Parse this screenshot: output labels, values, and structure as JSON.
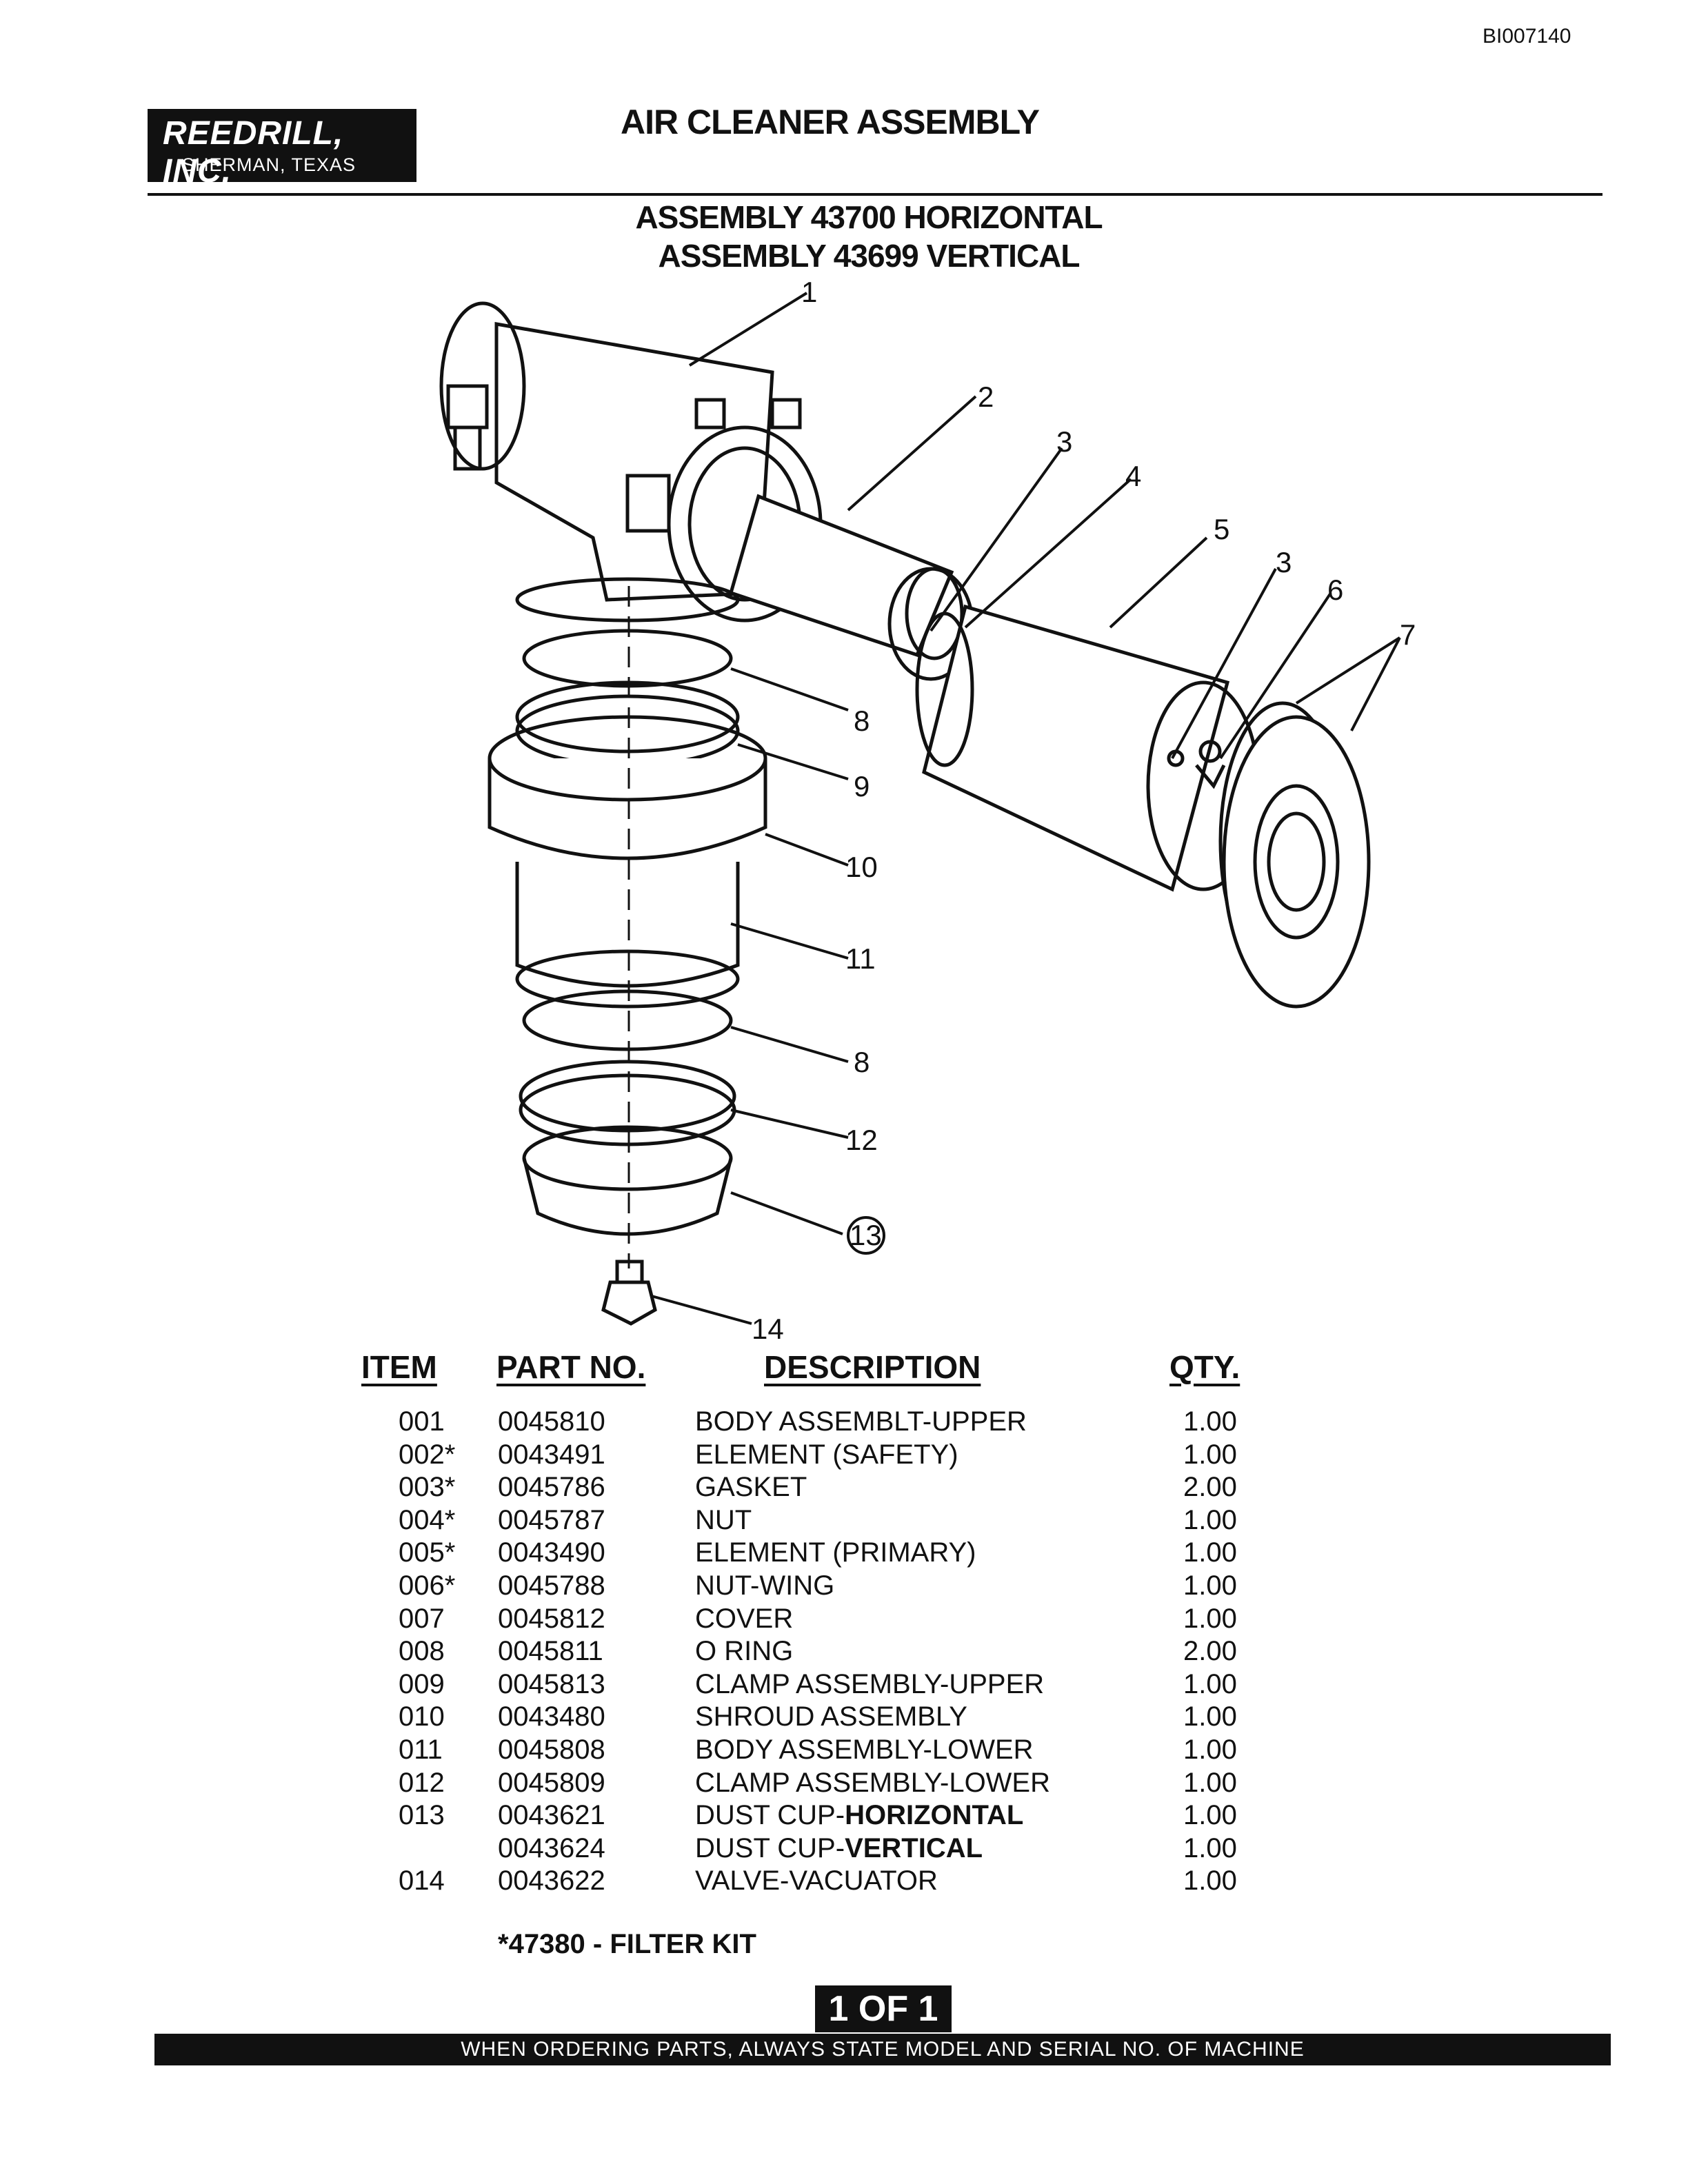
{
  "doc_id": "BI007140",
  "company": {
    "name": "REEDRILL, INC.",
    "location": "SHERMAN, TEXAS"
  },
  "title": "AIR CLEANER ASSEMBLY",
  "subtitles": [
    "ASSEMBLY 43700 HORIZONTAL",
    "ASSEMBLY 43699 VERTICAL"
  ],
  "callouts": [
    "1",
    "2",
    "3",
    "4",
    "5",
    "3",
    "6",
    "7",
    "8",
    "9",
    "10",
    "11",
    "8",
    "12",
    "13",
    "14"
  ],
  "table": {
    "headers": {
      "item": "ITEM",
      "part": "PART NO.",
      "desc": "DESCRIPTION",
      "qty": "QTY."
    },
    "rows": [
      {
        "item": "001",
        "part": "0045810",
        "desc": "BODY ASSEMBLT-UPPER",
        "desc_bold": "",
        "qty": "1.00"
      },
      {
        "item": "002*",
        "part": "0043491",
        "desc": "ELEMENT (SAFETY)",
        "desc_bold": "",
        "qty": "1.00"
      },
      {
        "item": "003*",
        "part": "0045786",
        "desc": "GASKET",
        "desc_bold": "",
        "qty": "2.00"
      },
      {
        "item": "004*",
        "part": "0045787",
        "desc": "NUT",
        "desc_bold": "",
        "qty": "1.00"
      },
      {
        "item": "005*",
        "part": "0043490",
        "desc": "ELEMENT (PRIMARY)",
        "desc_bold": "",
        "qty": "1.00"
      },
      {
        "item": "006*",
        "part": "0045788",
        "desc": "NUT-WING",
        "desc_bold": "",
        "qty": "1.00"
      },
      {
        "item": "007",
        "part": "0045812",
        "desc": "COVER",
        "desc_bold": "",
        "qty": "1.00"
      },
      {
        "item": "008",
        "part": "0045811",
        "desc": "O RING",
        "desc_bold": "",
        "qty": "2.00"
      },
      {
        "item": "009",
        "part": "0045813",
        "desc": "CLAMP ASSEMBLY-UPPER",
        "desc_bold": "",
        "qty": "1.00"
      },
      {
        "item": "010",
        "part": "0043480",
        "desc": "SHROUD ASSEMBLY",
        "desc_bold": "",
        "qty": "1.00"
      },
      {
        "item": "011",
        "part": "0045808",
        "desc": "BODY ASSEMBLY-LOWER",
        "desc_bold": "",
        "qty": "1.00"
      },
      {
        "item": "012",
        "part": "0045809",
        "desc": "CLAMP ASSEMBLY-LOWER",
        "desc_bold": "",
        "qty": "1.00"
      },
      {
        "item": "013",
        "part": "0043621",
        "desc": "DUST CUP-",
        "desc_bold": "HORIZONTAL",
        "qty": "1.00"
      },
      {
        "item": "",
        "part": "0043624",
        "desc": "DUST CUP-",
        "desc_bold": "VERTICAL",
        "qty": "1.00"
      },
      {
        "item": "014",
        "part": "0043622",
        "desc": "VALVE-VACUATOR",
        "desc_bold": "",
        "qty": "1.00"
      }
    ]
  },
  "kit_note": "*47380 - FILTER KIT",
  "page": "1 OF 1",
  "footer": "WHEN ORDERING PARTS, ALWAYS STATE MODEL AND SERIAL NO. OF MACHINE"
}
